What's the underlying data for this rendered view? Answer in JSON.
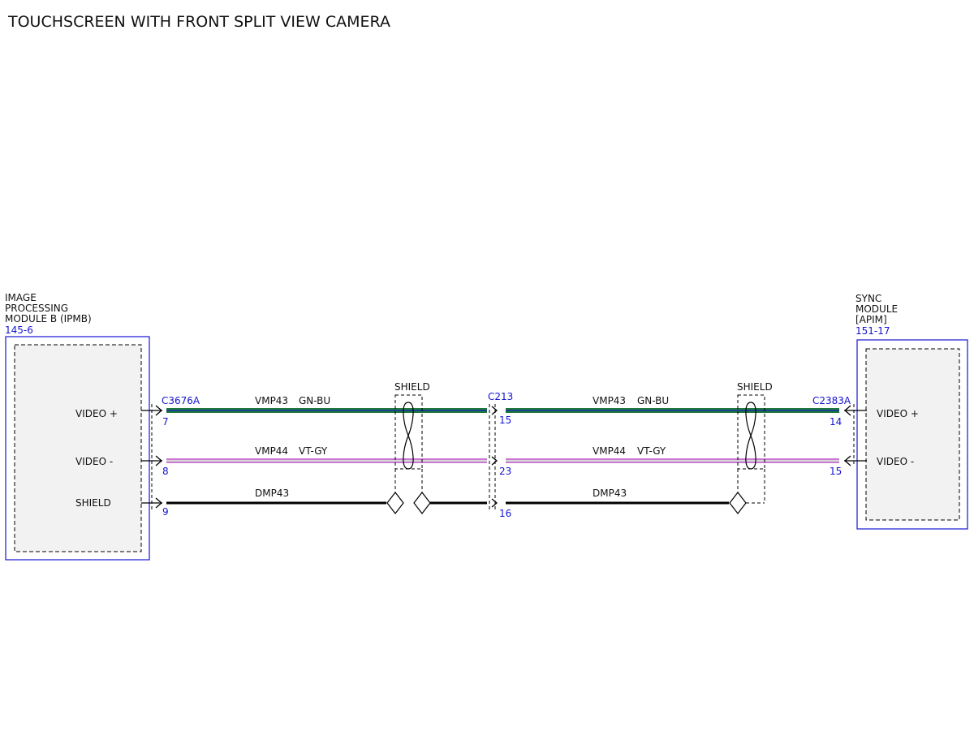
{
  "title": "TOUCHSCREEN WITH FRONT SPLIT VIEW CAMERA",
  "colors": {
    "module_border": "#1414d2",
    "reference_text": "#1414d2",
    "wire_gn_bu_outer": "#1d7a3a",
    "wire_gn_bu_inner": "#1e3e96",
    "wire_vt_gy_outer": "#c77ad0",
    "wire_vt_gy_inner": "#d7d7d7",
    "wire_shield": "#000000"
  },
  "left_module": {
    "name_lines": [
      "IMAGE",
      "PROCESSING",
      "MODULE B (IPMB)"
    ],
    "reference": "145-6",
    "pins": [
      "VIDEO +",
      "VIDEO -",
      "SHIELD"
    ]
  },
  "right_module": {
    "name_lines": [
      "SYNC",
      "MODULE",
      "[APIM]"
    ],
    "reference": "151-17",
    "pins": [
      "VIDEO +",
      "VIDEO -"
    ]
  },
  "connectors": {
    "left": {
      "id": "C3676A",
      "pins": [
        "7",
        "8",
        "9"
      ]
    },
    "middle": {
      "id": "C213",
      "pins": [
        "15",
        "23",
        "16"
      ]
    },
    "right": {
      "id": "C2383A",
      "pins": [
        "14",
        "15"
      ]
    }
  },
  "segments": {
    "left": [
      {
        "circuit": "VMP43",
        "color": "GN-BU"
      },
      {
        "circuit": "VMP44",
        "color": "VT-GY"
      },
      {
        "circuit": "DMP43",
        "color": ""
      }
    ],
    "right": [
      {
        "circuit": "VMP43",
        "color": "GN-BU"
      },
      {
        "circuit": "VMP44",
        "color": "VT-GY"
      },
      {
        "circuit": "DMP43",
        "color": ""
      }
    ]
  },
  "shield_labels": [
    "SHIELD",
    "SHIELD"
  ]
}
